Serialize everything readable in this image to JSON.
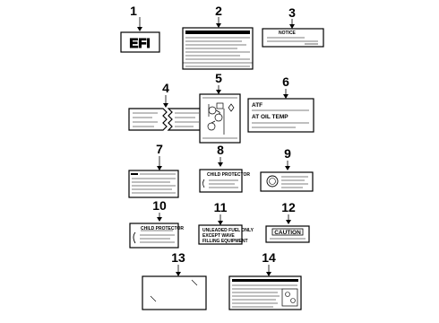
{
  "diagram": {
    "callouts": [
      "1",
      "2",
      "3",
      "4",
      "5",
      "6",
      "7",
      "8",
      "9",
      "10",
      "11",
      "12",
      "13",
      "14"
    ],
    "label_texts": {
      "efi": "EFI",
      "notice": "NOTICE",
      "atf": "ATF",
      "at_oil_temp": "AT OIL TEMP",
      "caution": "CAUTION",
      "unleaded_line1": "UNLEADED FUEL ONLY",
      "unleaded_line2": "EXCEPT WAVE",
      "unleaded_line3": "FILLING EQUIPMENT",
      "child_protector_8": "CHILD PROTECTOR",
      "child_protector_10": "CHILD PROTECTOR"
    }
  }
}
